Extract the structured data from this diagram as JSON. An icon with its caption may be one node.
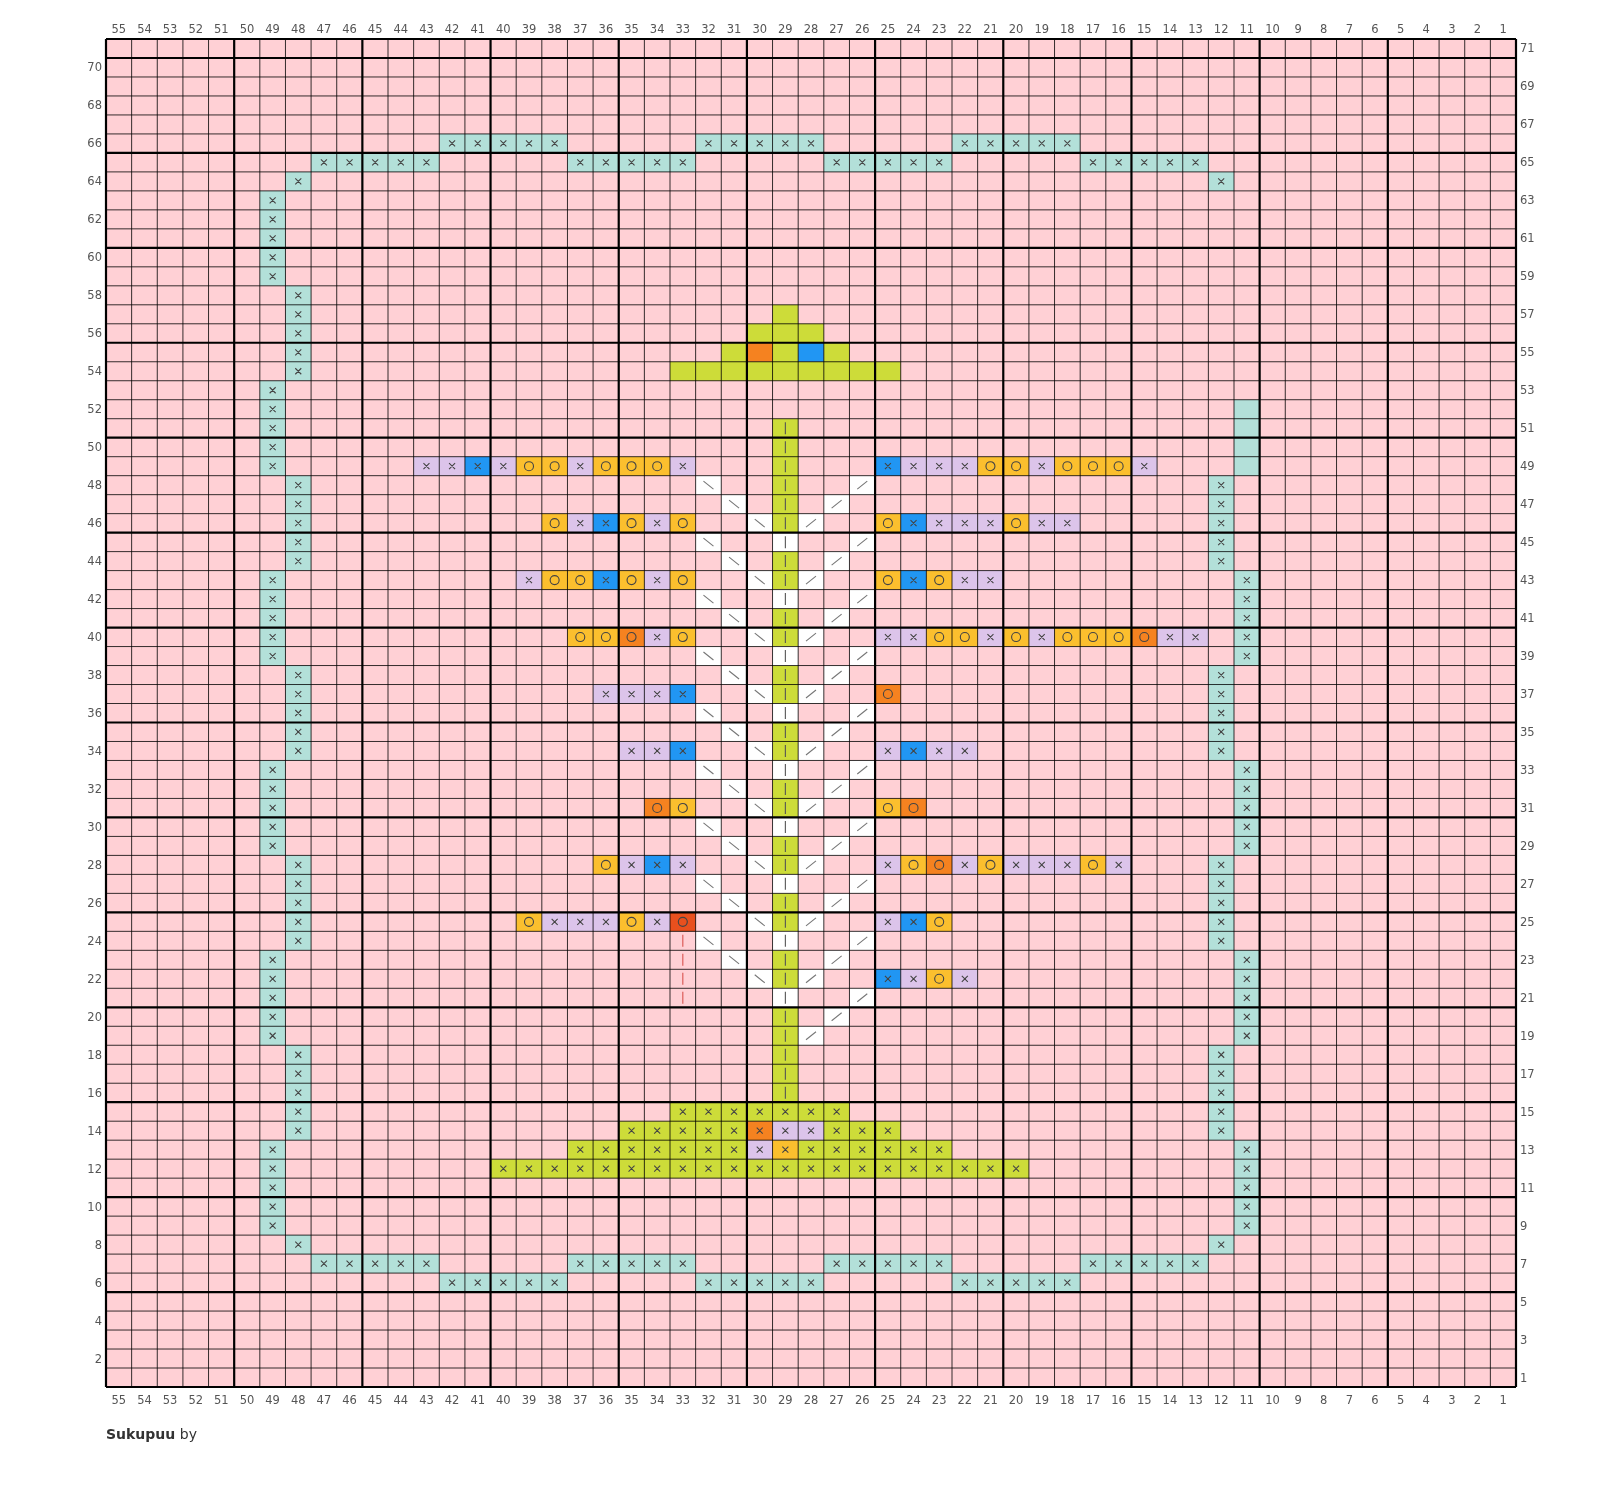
{
  "diagram": {
    "title": "**Sukupuu** by",
    "labels": [
      "55",
      "54",
      "53",
      "52",
      "51",
      "50",
      "49",
      "48",
      "47",
      "46",
      "45",
      "44",
      "43",
      "42",
      "41",
      "40",
      "39",
      "38",
      "37",
      "36",
      "35",
      "34",
      "33",
      "32",
      "31",
      "30",
      "29",
      "28",
      "27",
      "26",
      "25",
      "24",
      "23",
      "22",
      "21",
      "20",
      "19",
      "18",
      "17",
      "16",
      "15",
      "14",
      "13",
      "12",
      "11",
      "10",
      "9",
      "8",
      "7",
      "6",
      "5",
      "4",
      "3",
      "2",
      "1",
      "71",
      "70",
      "69",
      "68",
      "67",
      "66",
      "65",
      "64",
      "63",
      "62",
      "61",
      "60",
      "59",
      "58",
      "57",
      "56",
      "55",
      "54",
      "53",
      "52",
      "51",
      "50",
      "49",
      "48",
      "47",
      "46",
      "45",
      "44",
      "43",
      "42",
      "41",
      "40",
      "39",
      "38",
      "37",
      "36",
      "35",
      "34",
      "33",
      "32",
      "31",
      "30",
      "29",
      "28",
      "27",
      "26",
      "25",
      "24",
      "23",
      "22",
      "21",
      "20",
      "19",
      "18",
      "17",
      "16",
      "15",
      "14",
      "13",
      "12",
      "11",
      "10",
      "9",
      "8",
      "7",
      "6",
      "5",
      "4",
      "3",
      "2",
      "1",
      "55",
      "54",
      "53",
      "52",
      "51",
      "50",
      "49",
      "48",
      "47",
      "46",
      "45",
      "44",
      "43",
      "42",
      "41",
      "40",
      "39",
      "38",
      "37",
      "36",
      "35",
      "34",
      "33",
      "32",
      "31",
      "30",
      "29",
      "28",
      "27",
      "26",
      "25",
      "24",
      "23",
      "22",
      "21",
      "20",
      "19",
      "18",
      "17",
      "16",
      "15",
      "14",
      "13",
      "12",
      "11",
      "10",
      "9",
      "8",
      "7",
      "6",
      "5",
      "4",
      "3",
      "2",
      "1"
    ]
  }
}
